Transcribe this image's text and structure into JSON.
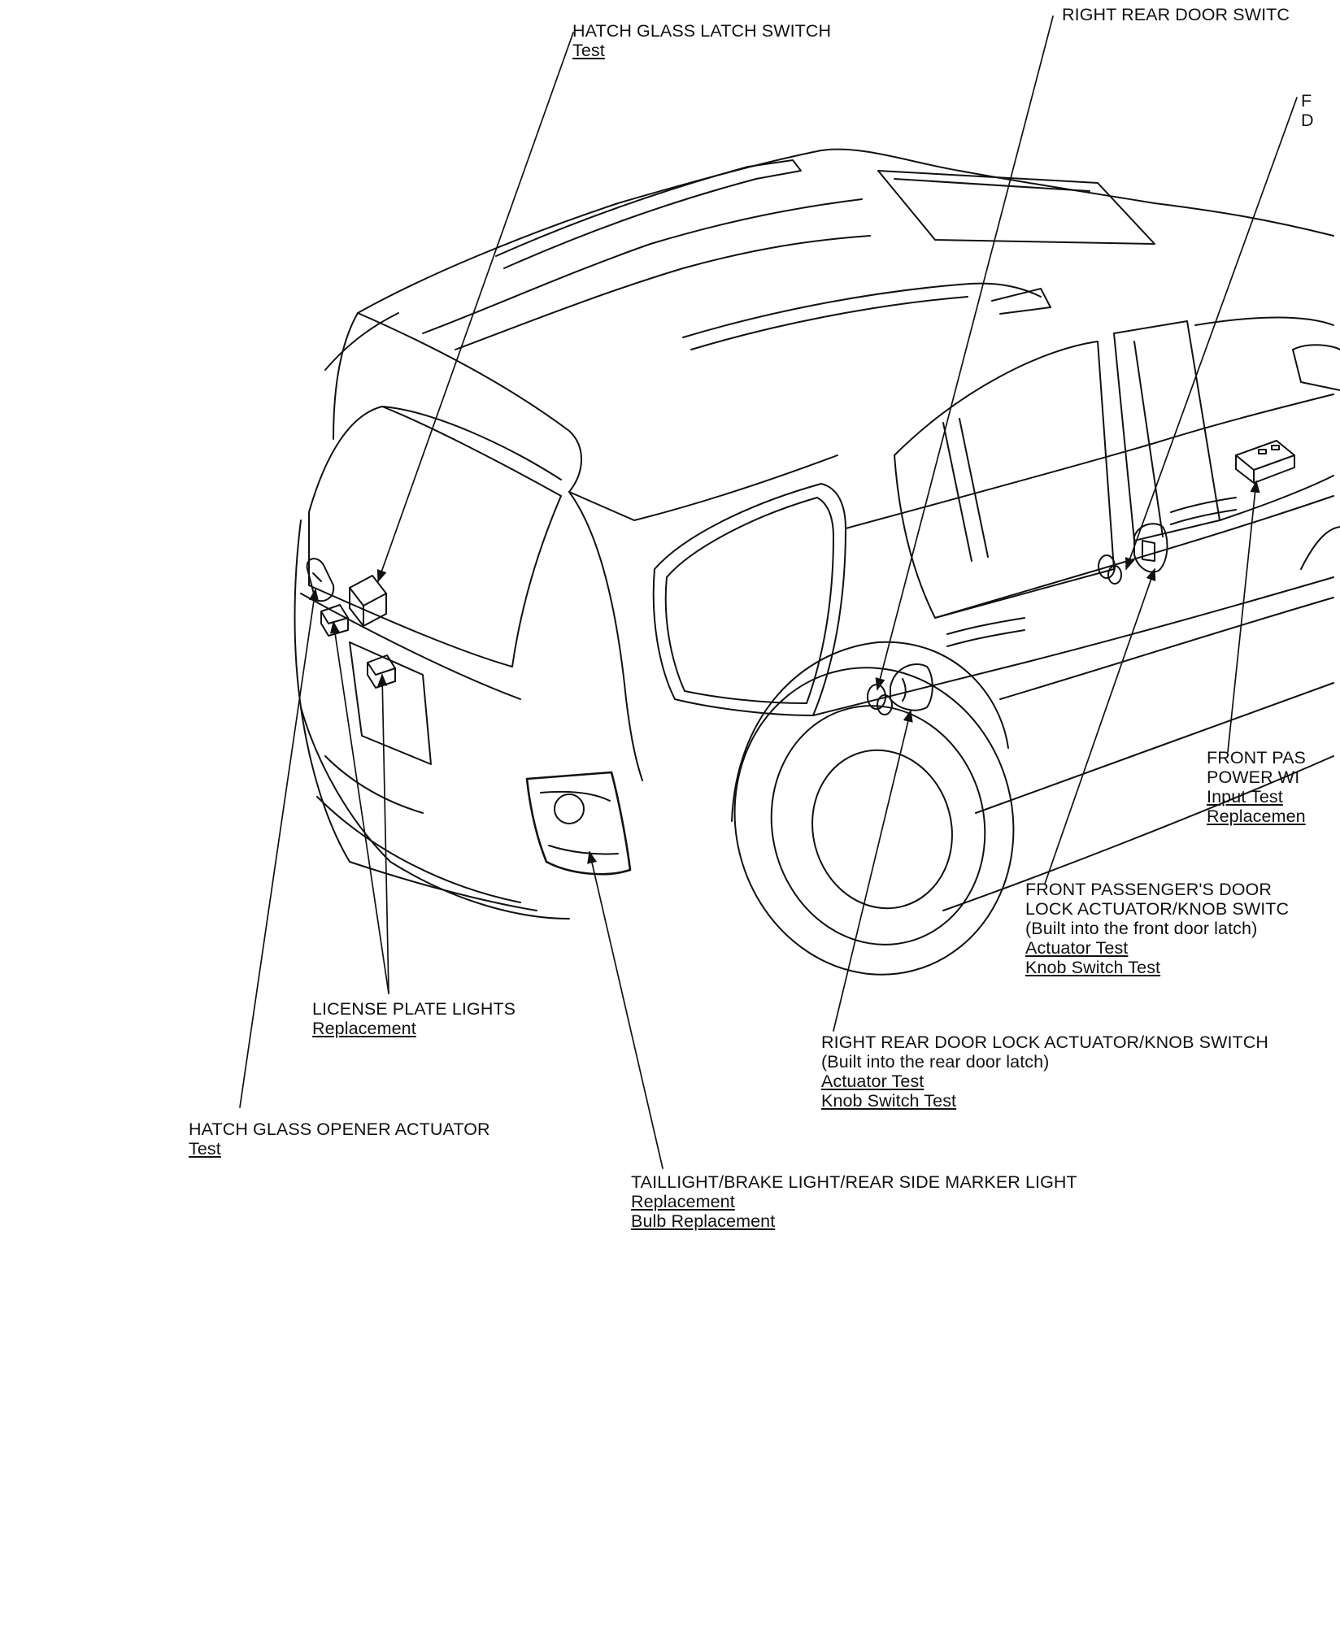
{
  "background": "#ffffff",
  "ink": "#111111",
  "callouts": {
    "hatch_glass_latch_switch": {
      "title": "HATCH GLASS LATCH SWITCH",
      "links": [
        "Test"
      ]
    },
    "right_rear_door_switch": {
      "title": "RIGHT REAR DOOR SWITC"
    },
    "cut_off_label": {
      "lines": [
        "F",
        "D"
      ]
    },
    "front_passenger_power_window": {
      "lines": [
        "FRONT PAS",
        "POWER WI"
      ],
      "links": [
        "Input Test",
        "Replacemen"
      ]
    },
    "front_passenger_door_lock": {
      "lines": [
        "FRONT PASSENGER'S DOOR",
        "LOCK ACTUATOR/KNOB SWITC"
      ],
      "note": "(Built into the front door latch)",
      "links": [
        "Actuator Test",
        "Knob Switch Test"
      ]
    },
    "license_plate_lights": {
      "title": "LICENSE PLATE LIGHTS",
      "links": [
        "Replacement"
      ]
    },
    "right_rear_door_lock": {
      "title": "RIGHT REAR DOOR LOCK ACTUATOR/KNOB SWITCH",
      "note": "(Built into the rear door latch)",
      "links": [
        "Actuator Test",
        "Knob Switch Test"
      ]
    },
    "hatch_glass_opener_actuator": {
      "title": "HATCH GLASS OPENER ACTUATOR",
      "links": [
        "Test"
      ]
    },
    "taillight": {
      "title": "TAILLIGHT/BRAKE LIGHT/REAR SIDE MARKER LIGHT",
      "links": [
        "Replacement",
        "Bulb Replacement"
      ]
    }
  }
}
